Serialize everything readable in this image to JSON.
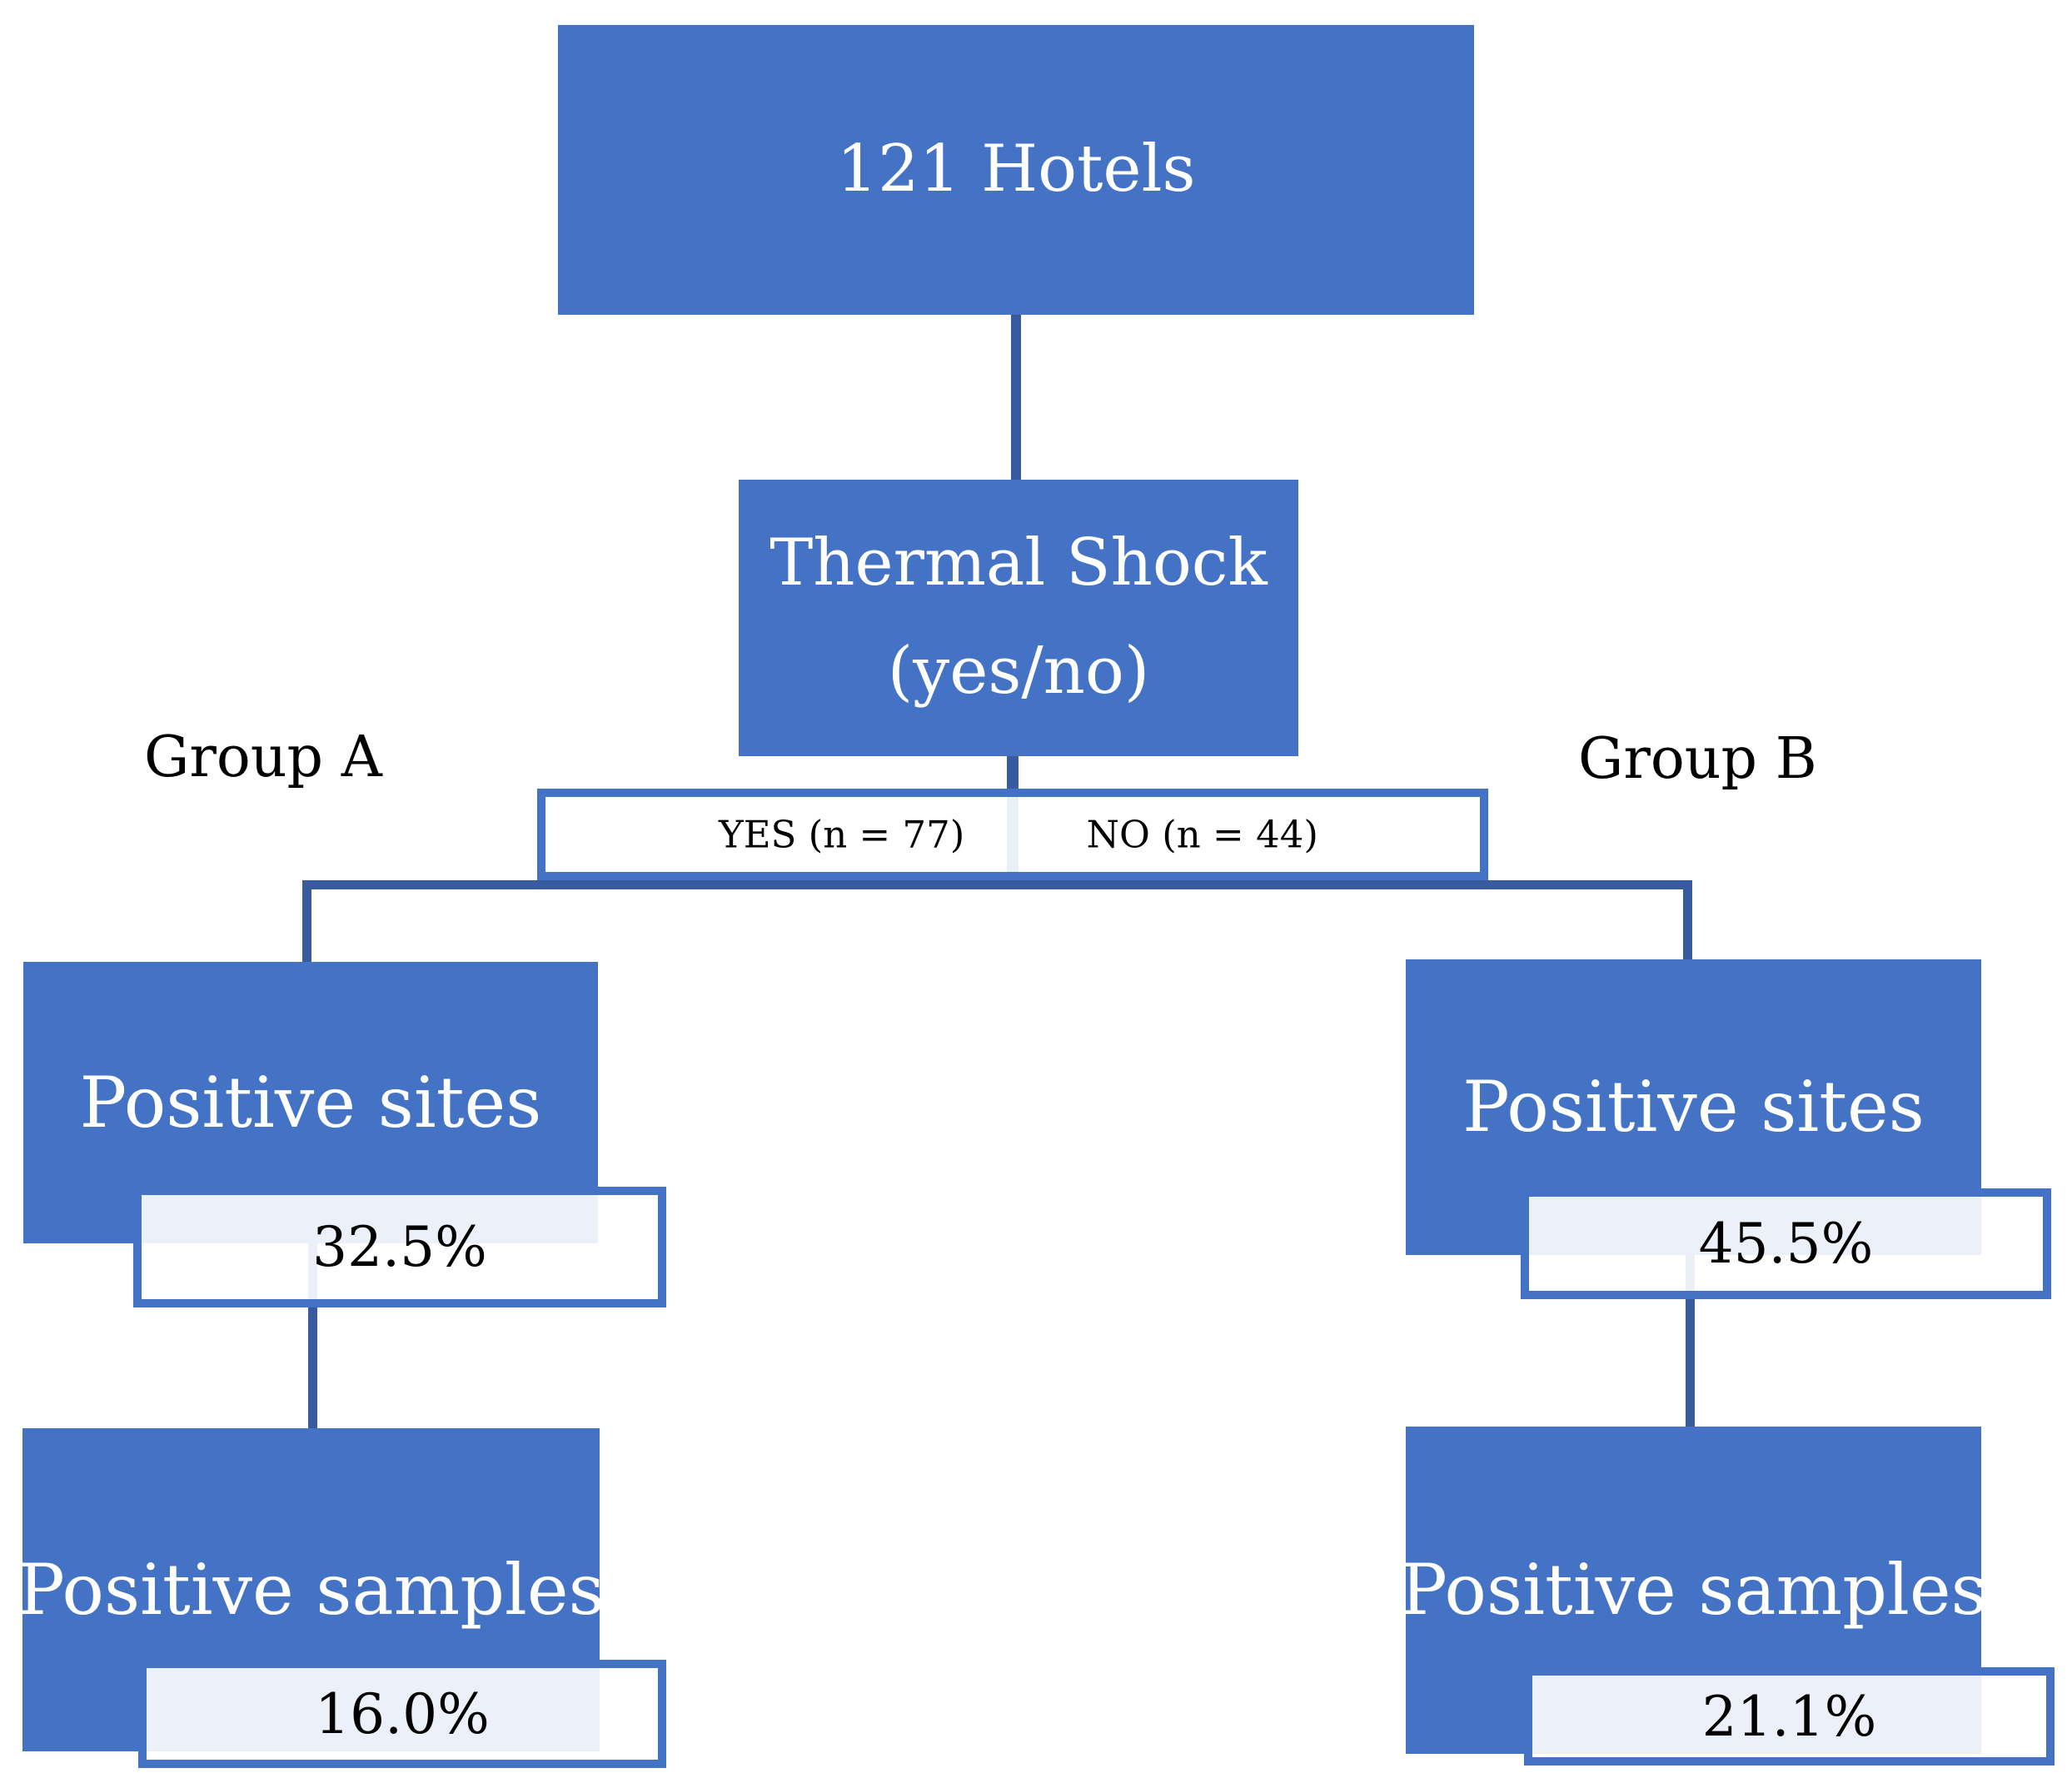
{
  "figure": {
    "type": "flowchart",
    "description": "Study flow diagram of hotels split by thermal shock treatment"
  },
  "root": {
    "label": "121 Hotels"
  },
  "decision": {
    "line1": "Thermal Shock",
    "line2": "(yes/no)"
  },
  "split": {
    "yes_label": "YES (n = 77)",
    "no_label": "NO (n = 44)"
  },
  "groups": [
    {
      "name": "Group A",
      "positive_sites": {
        "label": "Positive sites",
        "value": "32.5%"
      },
      "positive_samples": {
        "label": "Positive samples",
        "value": "16.0%"
      }
    },
    {
      "name": "Group B",
      "positive_sites": {
        "label": "Positive sites",
        "value": "45.5%"
      },
      "positive_samples": {
        "label": "Positive samples",
        "value": "21.1%"
      }
    }
  ],
  "colors": {
    "node_fill": "#4472C4",
    "connector": "#385A9E",
    "value_box_tint": "#ECF1F9",
    "text_on_node": "#FFFFFF",
    "text_plain": "#000000"
  }
}
